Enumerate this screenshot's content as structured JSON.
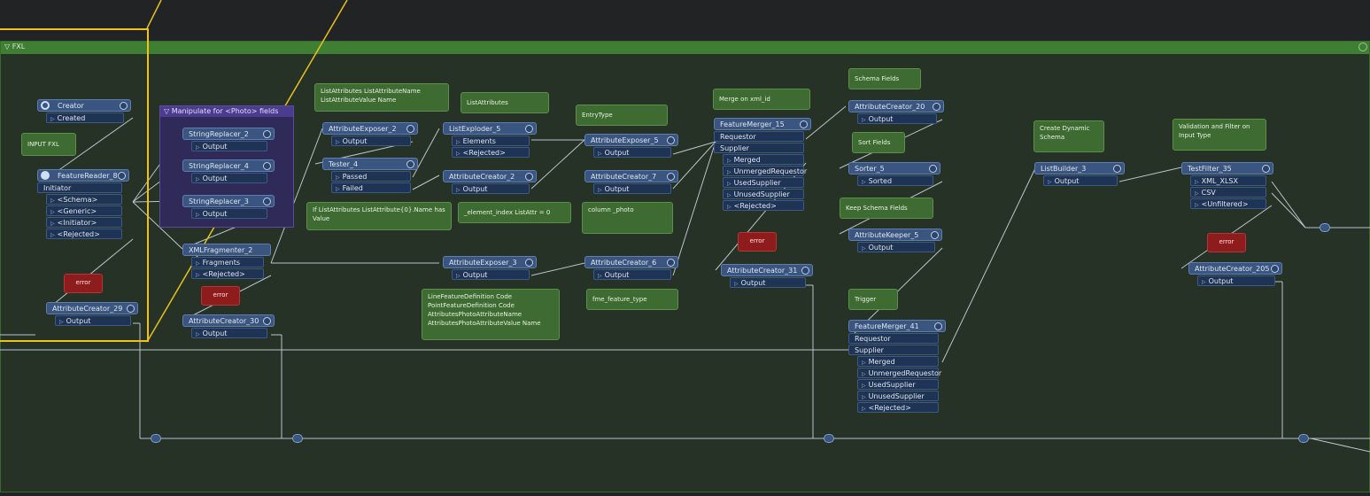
{
  "bookmark": {
    "title": "▽ FXL"
  },
  "annotations": {
    "input_fxl": "INPUT FXL",
    "list_attr_names": "ListAttributes ListAttributeName ListAttributeValue Name",
    "list_attributes": "ListAttributes",
    "entry_type": "EntryType",
    "merge_on": "Merge on xml_id",
    "schema_fields": "Schema Fields",
    "sort_fields": "Sort Fields",
    "keep_schema": "Keep Schema Fields",
    "trigger": "Trigger",
    "create_schema": "Create Dynamic Schema",
    "validation": "Validation and Filter on Input Type",
    "if_list": "If ListAttributes ListAttribute{0}.Name has Value",
    "element_index": "_element_index ListAttr = 0",
    "column_photo": "column _photo",
    "line_feature": "LineFeatureDefinition Code PointFeatureDefinition Code AttributesPhotoAttributeName AttributesPhotoAttributeValue Name",
    "fme_feature_type": "fme_feature_type"
  },
  "group": {
    "title": "▽ Manipulate for <Photo> fields"
  },
  "error_label": "error",
  "transformers": {
    "creator": {
      "name": "Creator",
      "ports": [
        "Created"
      ]
    },
    "featurereader": {
      "name": "FeatureReader_8",
      "inputs": [
        "Initiator"
      ],
      "ports": [
        "<Schema>",
        "<Generic>",
        "<Initiator>",
        "<Rejected>"
      ]
    },
    "ac29": {
      "name": "AttributeCreator_29",
      "ports": [
        "Output"
      ]
    },
    "sr2": {
      "name": "StringReplacer_2",
      "ports": [
        "Output"
      ]
    },
    "sr4": {
      "name": "StringReplacer_4",
      "ports": [
        "Output"
      ]
    },
    "sr3": {
      "name": "StringReplacer_3",
      "ports": [
        "Output"
      ]
    },
    "xmlfrag": {
      "name": "XMLFragmenter_2",
      "ports": [
        "Fragments",
        "<Rejected>"
      ]
    },
    "ac30": {
      "name": "AttributeCreator_30",
      "ports": [
        "Output"
      ]
    },
    "ae2": {
      "name": "AttributeExposer_2",
      "ports": [
        "Output"
      ]
    },
    "tester4": {
      "name": "Tester_4",
      "ports": [
        "Passed",
        "Failed"
      ]
    },
    "le5": {
      "name": "ListExploder_5",
      "ports": [
        "Elements",
        "<Rejected>"
      ]
    },
    "ac2": {
      "name": "AttributeCreator_2",
      "ports": [
        "Output"
      ]
    },
    "ae3": {
      "name": "AttributeExposer_3",
      "ports": [
        "Output"
      ]
    },
    "ae5": {
      "name": "AttributeExposer_5",
      "ports": [
        "Output"
      ]
    },
    "ac7": {
      "name": "AttributeCreator_7",
      "ports": [
        "Output"
      ]
    },
    "ac6": {
      "name": "AttributeCreator_6",
      "ports": [
        "Output"
      ]
    },
    "fm15": {
      "name": "FeatureMerger_15",
      "inputs": [
        "Requestor",
        "Supplier"
      ],
      "ports": [
        "Merged",
        "UnmergedRequestor",
        "UsedSupplier",
        "UnusedSupplier",
        "<Rejected>"
      ]
    },
    "ac31": {
      "name": "AttributeCreator_31",
      "ports": [
        "Output"
      ]
    },
    "ac20": {
      "name": "AttributeCreator_20",
      "ports": [
        "Output"
      ]
    },
    "sorter5": {
      "name": "Sorter_5",
      "ports": [
        "Sorted"
      ]
    },
    "ak5": {
      "name": "AttributeKeeper_5",
      "ports": [
        "Output"
      ]
    },
    "fm41": {
      "name": "FeatureMerger_41",
      "inputs": [
        "Requestor",
        "Supplier"
      ],
      "ports": [
        "Merged",
        "UnmergedRequestor",
        "UsedSupplier",
        "UnusedSupplier",
        "<Rejected>"
      ]
    },
    "lb3": {
      "name": "ListBuilder_3",
      "ports": [
        "Output"
      ]
    },
    "tf35": {
      "name": "TestFilter_35",
      "ports": [
        "XML_XLSX",
        "CSV",
        "<Unfiltered>"
      ]
    },
    "ac205": {
      "name": "AttributeCreator_205",
      "ports": [
        "Output"
      ]
    }
  }
}
